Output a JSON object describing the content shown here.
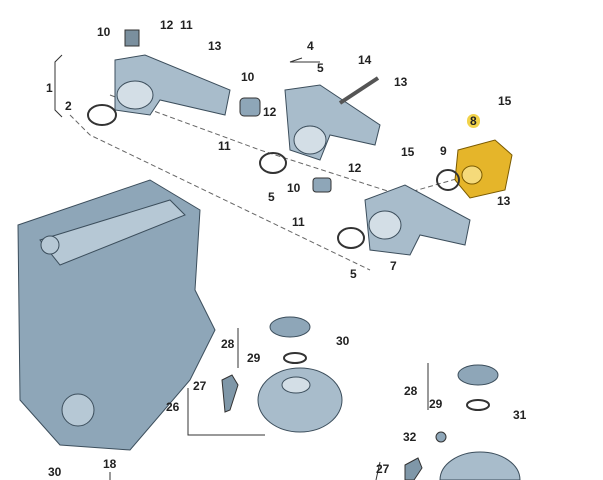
{
  "diagram": {
    "callouts": [
      "10",
      "12",
      "11",
      "13",
      "1",
      "2",
      "4",
      "5",
      "14",
      "10",
      "12",
      "13",
      "8",
      "15",
      "11",
      "9",
      "15",
      "5",
      "12",
      "10",
      "13",
      "11",
      "5",
      "7",
      "28",
      "29",
      "30",
      "27",
      "26",
      "28",
      "29",
      "31",
      "32",
      "27",
      "18",
      "30"
    ],
    "highlighted_part": "8",
    "colors": {
      "part": "#9fb4c4",
      "part_dark": "#5f7688",
      "highlight": "#e5b52a",
      "line": "#333333"
    }
  }
}
